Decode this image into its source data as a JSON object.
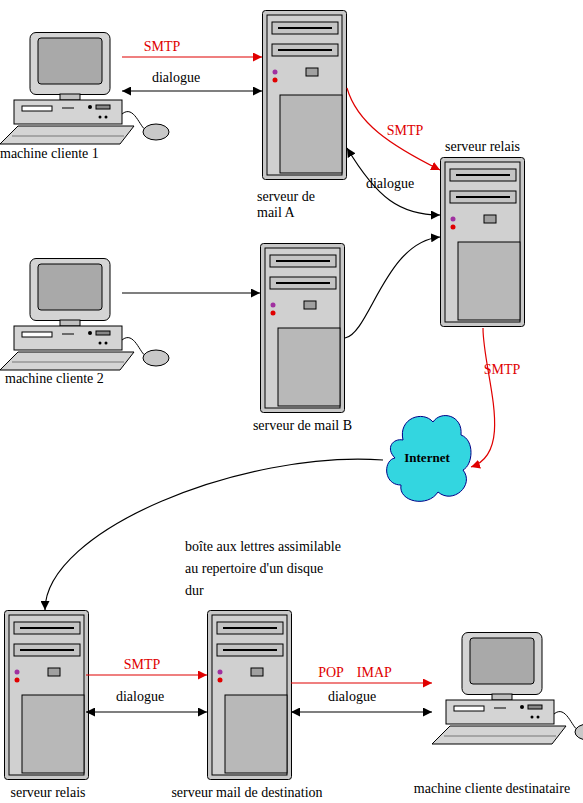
{
  "diagram": {
    "nodes": [
      {
        "text": [
          "machine cliente 1"
        ]
      },
      {
        "text": [
          "serveur de mail A"
        ]
      },
      {
        "text": [
          "serveur relais"
        ]
      },
      {
        "text": [
          "machine cliente 2"
        ]
      },
      {
        "text": [
          "serveur de mail B"
        ]
      },
      {
        "text": [
          "Internet"
        ]
      },
      {
        "text": [
          "serveur relais"
        ]
      },
      {
        "text": [
          "serveur mail de destination"
        ]
      },
      {
        "text": [
          "machine cliente destinataire"
        ]
      }
    ],
    "edges": [
      {
        "from": 0,
        "to": 1,
        "arrow": "to",
        "label": "SMTP"
      },
      {
        "from": 0,
        "to": 1,
        "arrow": "both",
        "label": "dialogue"
      },
      {
        "from": 1,
        "to": 2,
        "arrow": "to",
        "label": "SMTP"
      },
      {
        "from": 1,
        "to": 2,
        "arrow": "both",
        "label": "dialogue"
      },
      {
        "from": 3,
        "to": 4,
        "arrow": "to"
      },
      {
        "from": 4,
        "to": 2,
        "arrow": "to"
      },
      {
        "from": 2,
        "to": 5,
        "arrow": "to",
        "label": "SMTP"
      },
      {
        "from": 5,
        "to": 6,
        "arrow": "to"
      },
      {
        "from": 6,
        "to": 7,
        "arrow": "to",
        "label": "SMTP"
      },
      {
        "from": 6,
        "to": 7,
        "arrow": "both",
        "label": "dialogue"
      },
      {
        "from": 7,
        "to": 8,
        "arrow": "to",
        "label": "POP IMAP"
      },
      {
        "from": 7,
        "to": 8,
        "arrow": "both",
        "label": "dialogue"
      }
    ],
    "labels": [
      "boîte aux lettres assimilable au repertoire d'un disque dur"
    ]
  }
}
